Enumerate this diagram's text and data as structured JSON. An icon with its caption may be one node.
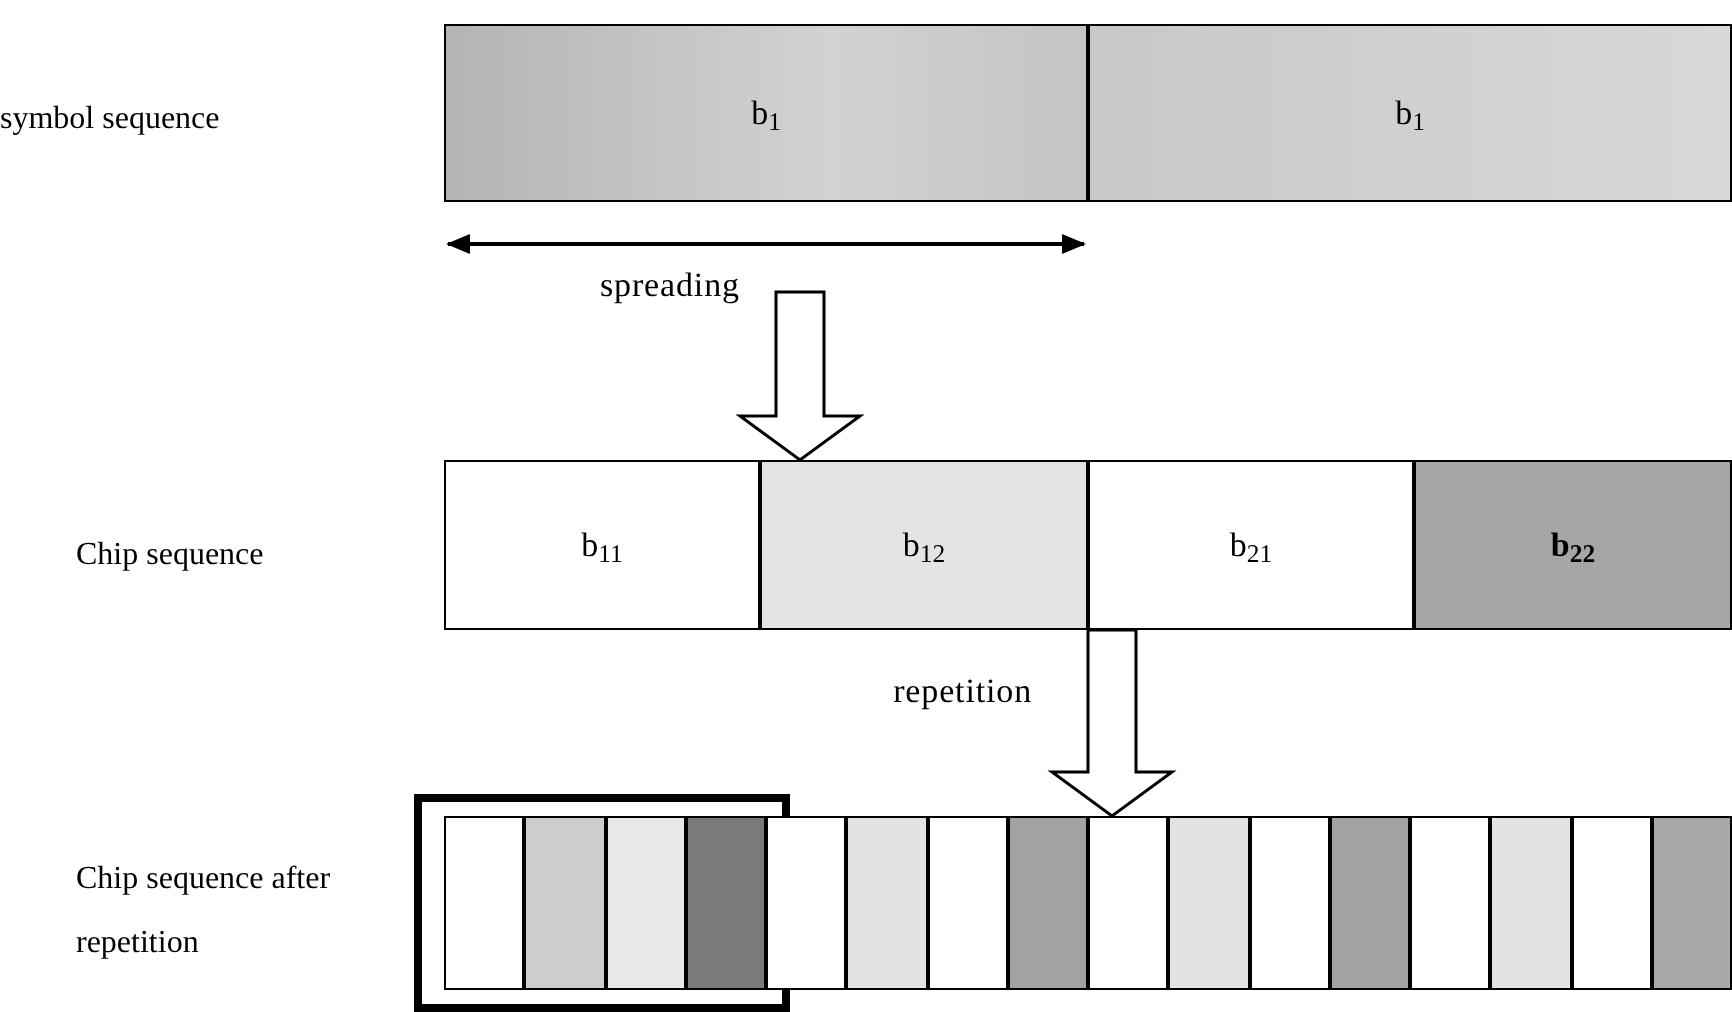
{
  "diagram": {
    "nodes": [
      {
        "text": [
          "b$_{1}$"
        ]
      },
      {
        "text": [
          "b$_{1}$"
        ]
      },
      {
        "text": [
          "b$_{11}$"
        ]
      },
      {
        "text": [
          "b$_{12}$"
        ]
      },
      {
        "text": [
          "b$_{21}$"
        ]
      },
      {
        "text": [
          "b$_{22}$"
        ]
      },
      {
        "text": [],
        "shape": "box"
      },
      {
        "text": [],
        "shape": "box",
        "in": 6
      },
      {
        "text": [],
        "shape": "box",
        "in": 6
      },
      {
        "text": [],
        "shape": "box",
        "in": 6
      },
      {
        "text": [],
        "shape": "box",
        "in": 6
      },
      {
        "text": [],
        "shape": "box"
      },
      {
        "text": [],
        "shape": "box"
      },
      {
        "text": [],
        "shape": "box"
      },
      {
        "text": [],
        "shape": "box"
      },
      {
        "text": [],
        "shape": "box"
      },
      {
        "text": [],
        "shape": "box"
      },
      {
        "text": [],
        "shape": "box"
      },
      {
        "text": [],
        "shape": "box"
      },
      {
        "text": [],
        "shape": "box"
      },
      {
        "text": [],
        "shape": "box"
      },
      {
        "text": [],
        "shape": "box"
      },
      {
        "text": [],
        "shape": "box"
      }
    ],
    "edges": [
      {
        "from": null,
        "to": 3,
        "arrow": "to"
      },
      {
        "from": 4,
        "to": 15,
        "arrow": "to",
        "label": "repetition"
      }
    ],
    "labels": [
      "symbol sequence",
      "spreading",
      "Chip sequence",
      "Chip sequence after repetition"
    ]
  }
}
